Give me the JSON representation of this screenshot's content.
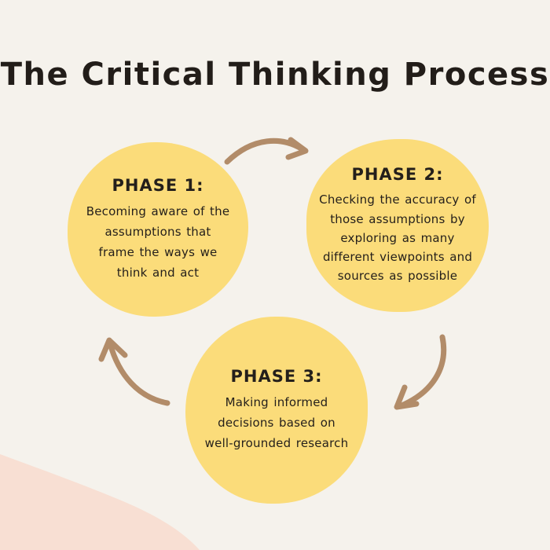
{
  "page": {
    "title": "The Critical Thinking Process"
  },
  "phases": [
    {
      "heading": "PHASE 1:",
      "body": "Becoming aware of the assumptions that frame the ways we think and act"
    },
    {
      "heading": "PHASE 2:",
      "body": "Checking the accuracy of those assumptions by exploring as many different viewpoints and sources as possible"
    },
    {
      "heading": "PHASE 3:",
      "body": "Making informed decisions based on well-grounded research"
    }
  ],
  "arrows": [
    {
      "name": "arrow-phase1-to-phase2",
      "direction": "right"
    },
    {
      "name": "arrow-phase2-to-phase3",
      "direction": "down-left"
    },
    {
      "name": "arrow-phase3-to-phase1",
      "direction": "up"
    }
  ],
  "colors": {
    "background": "#f5f2ec",
    "circle_yellow": "#fbdc7a",
    "arrow_brown": "#b28c69",
    "corner_pink": "#f8dfd3",
    "text": "#241f1b"
  }
}
